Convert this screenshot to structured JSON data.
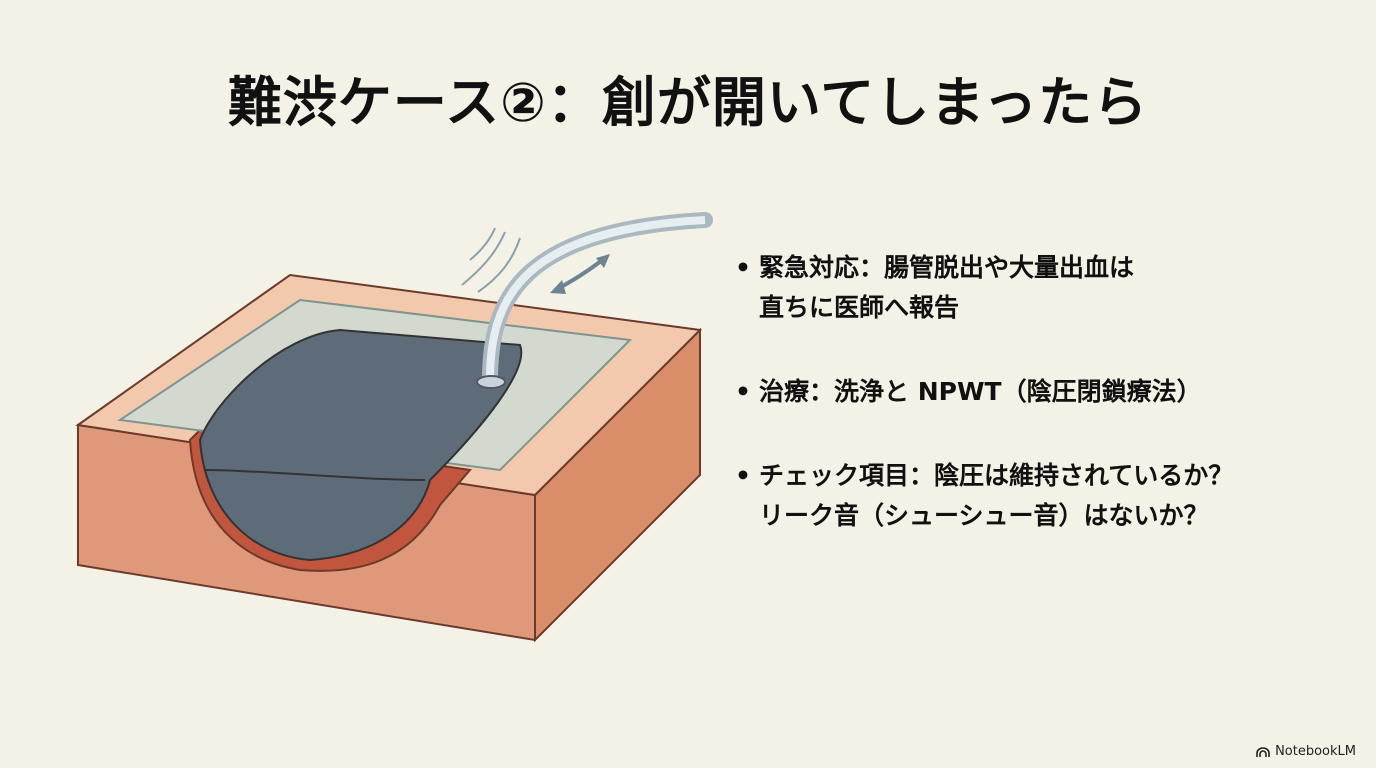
{
  "title": "難渋ケース②：創が開いてしまったら",
  "bullets": [
    {
      "lines": [
        "緊急対応：腸管脱出や大量出血は",
        "直ちに医師へ報告"
      ]
    },
    {
      "lines": [
        "治療：洗浄と NPWT（陰圧閉鎖療法）"
      ]
    },
    {
      "lines": [
        "チェック項目：陰圧は維持されているか？",
        "リーク音（シューシュー音）はないか？"
      ]
    }
  ],
  "bullet_symbol": "•",
  "logo": {
    "text": "NotebookLM",
    "icon": "notebooklm-logo-icon"
  },
  "colors": {
    "background": "#f4f1e6",
    "skin": "#e3a07a",
    "foam": "#5e6b78",
    "film": "#cfdcd6"
  }
}
